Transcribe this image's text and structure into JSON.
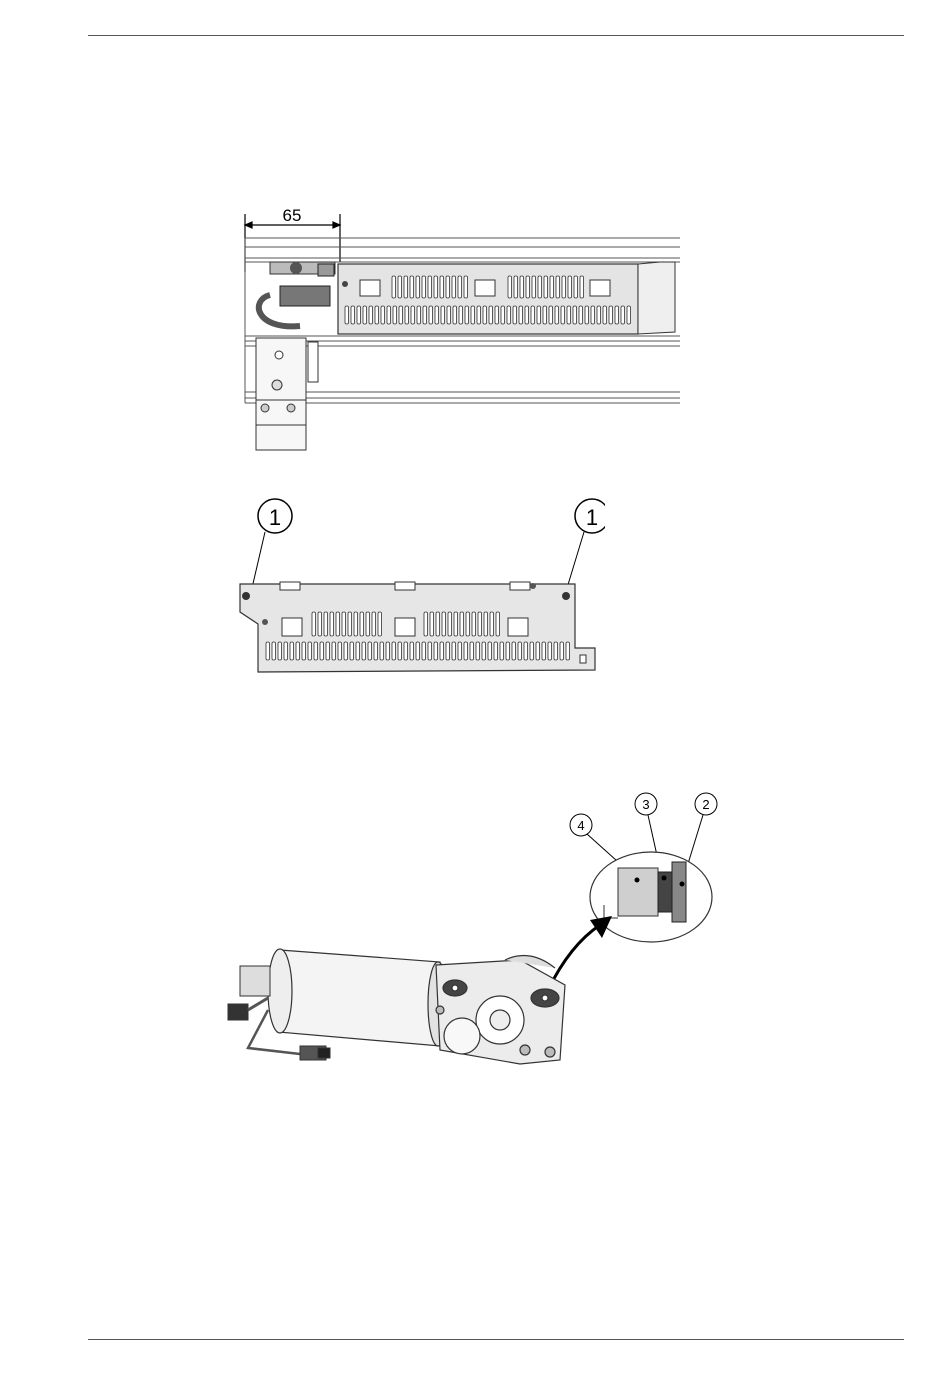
{
  "figure1": {
    "dimension_label": "65"
  },
  "figure2": {
    "callouts": [
      "1",
      "1"
    ]
  },
  "figure3": {
    "callouts": [
      "4",
      "3",
      "2"
    ]
  }
}
